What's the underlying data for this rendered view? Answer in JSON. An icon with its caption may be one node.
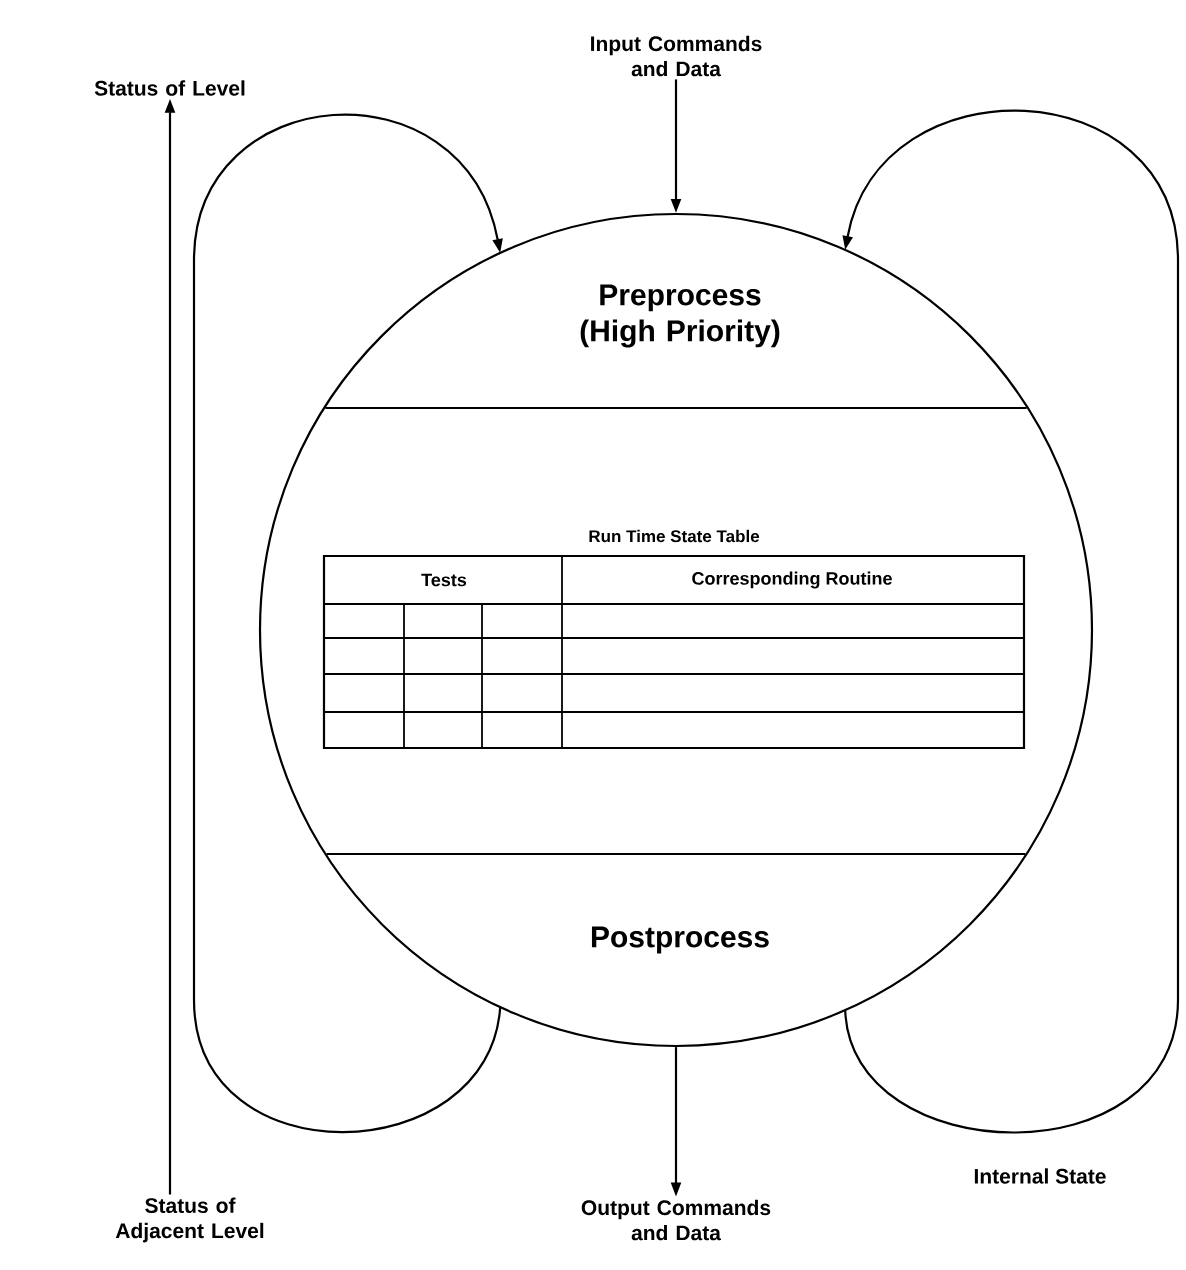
{
  "diagram": {
    "nodes": [
      {
        "text": [],
        "shape": "circle"
      },
      {
        "text": [
          "Preprocess (High Priority)"
        ],
        "in": 0
      },
      {
        "text": [
          "Run Time State Table",
          "Tests",
          "Corresponding Routine"
        ],
        "in": 0
      },
      {
        "text": [
          "Postprocess"
        ],
        "in": 0
      },
      {
        "text": [
          "Input Commands and Data"
        ]
      },
      {
        "text": [
          "Output Commands and Data"
        ]
      },
      {
        "text": [
          "Status of Level"
        ]
      },
      {
        "text": [
          "Status of Adjacent Level"
        ]
      }
    ],
    "edges": [
      {
        "from": 4,
        "to": 0,
        "arrow": "to"
      },
      {
        "from": 0,
        "to": 5,
        "arrow": "to"
      },
      {
        "from": 7,
        "to": 6,
        "arrow": "to"
      },
      {
        "from": 3,
        "to": 1,
        "arrow": "to"
      },
      {
        "from": 3,
        "to": 1,
        "arrow": "to",
        "label": "Internal State"
      }
    ]
  }
}
